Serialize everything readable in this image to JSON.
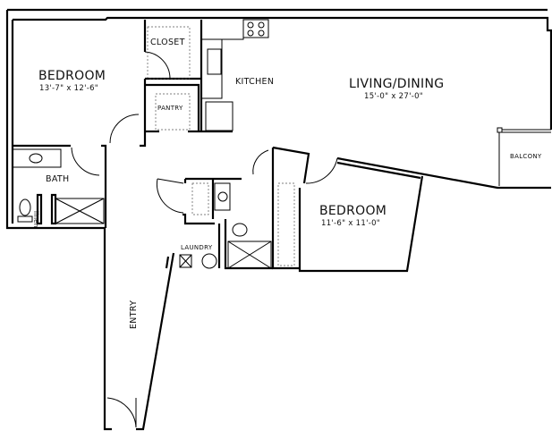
{
  "rooms": {
    "bedroom1": {
      "label": "BEDROOM",
      "dims": "13'-7\" x 12'-6\""
    },
    "closet": {
      "label": "CLOSET"
    },
    "kitchen": {
      "label": "KITCHEN"
    },
    "pantry": {
      "label": "PANTRY"
    },
    "living": {
      "label": "LIVING/DINING",
      "dims": "15'-0\" x 27'-0\""
    },
    "balcony": {
      "label": "BALCONY"
    },
    "bath": {
      "label": "BATH"
    },
    "linen": {
      "label": "linen"
    },
    "laundry": {
      "label": "LAUNDRY"
    },
    "bedroom2": {
      "label": "BEDROOM",
      "dims": "11'-6\" x 11'-0\""
    },
    "entry": {
      "label": "ENTRY"
    }
  }
}
